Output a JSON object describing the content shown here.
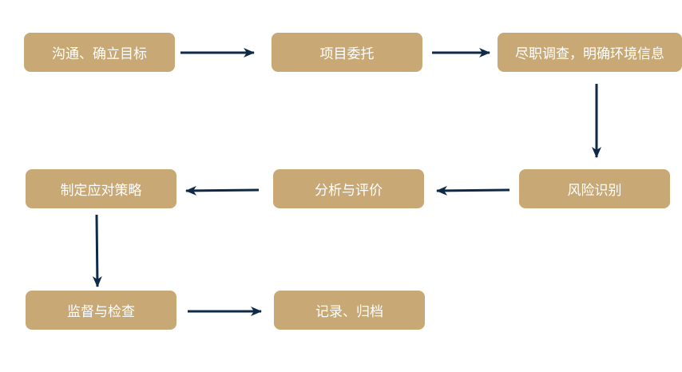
{
  "colors": {
    "box_fill": "#c8a874",
    "box_text": "#ffffff",
    "arrow": "#0f2a47",
    "background": "#ffffff"
  },
  "steps": [
    {
      "label": "沟通、确立目标"
    },
    {
      "label": "项目委托"
    },
    {
      "label": "尽职调查，明确环境信息"
    },
    {
      "label": "风险识别"
    },
    {
      "label": "分析与评价"
    },
    {
      "label": "制定应对策略"
    },
    {
      "label": "监督与检查"
    },
    {
      "label": "记录、归档"
    }
  ],
  "flow": [
    {
      "from": 0,
      "to": 1,
      "direction": "right"
    },
    {
      "from": 1,
      "to": 2,
      "direction": "right"
    },
    {
      "from": 2,
      "to": 3,
      "direction": "down"
    },
    {
      "from": 3,
      "to": 4,
      "direction": "left"
    },
    {
      "from": 4,
      "to": 5,
      "direction": "left"
    },
    {
      "from": 5,
      "to": 6,
      "direction": "down"
    },
    {
      "from": 6,
      "to": 7,
      "direction": "right"
    }
  ]
}
